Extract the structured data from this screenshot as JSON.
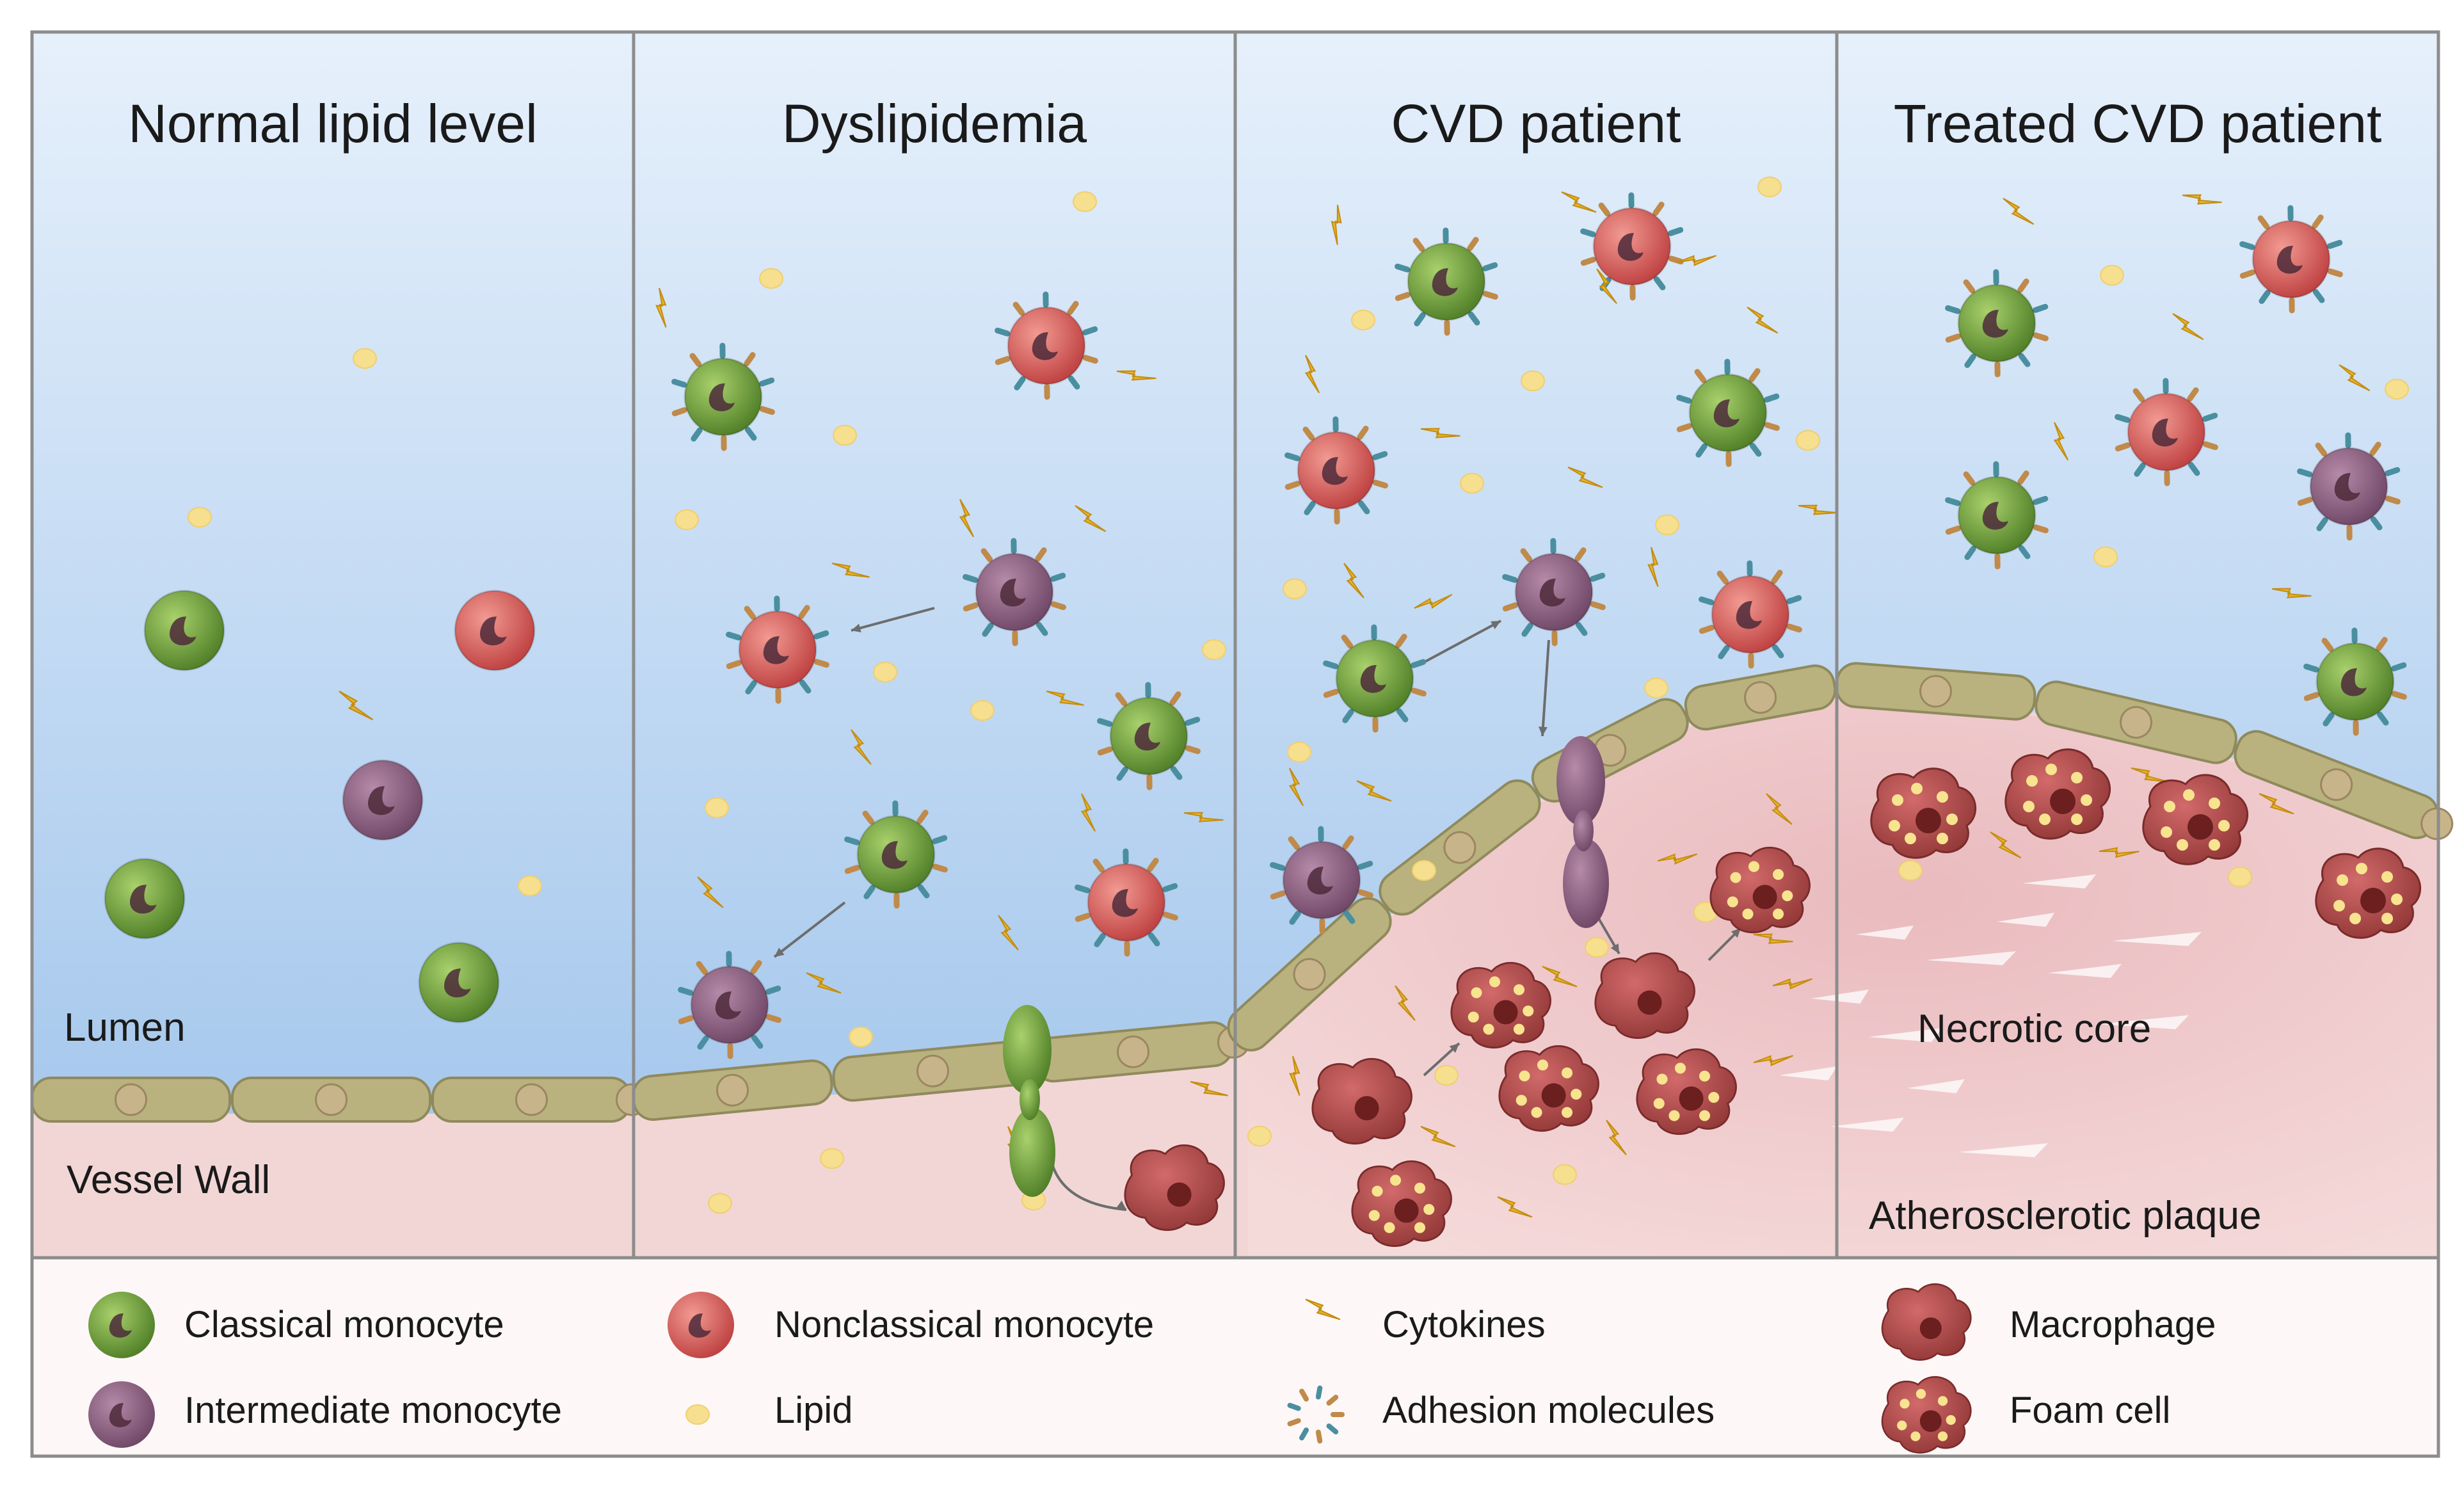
{
  "panels": [
    {
      "title": "Normal lip",
      "_": ""
    },
    {
      "title": "Dyslipidemia"
    },
    {
      "title": "CVD patient"
    },
    {
      "title": "Treated CVD patient"
    }
  ],
  "labels": {
    "lumen": "Lumen",
    "vessel_wall": "Vessel Wall",
    "necrotic_core": "Necrotic core",
    "atherosclerotic_plaque": "Atherosclerotic plaque"
  },
  "legend": [
    {
      "label": "Classical monocyte",
      "icon": "classical-monocyte-icon"
    },
    {
      "label": "Nonclassical monocyte",
      "icon": "nonclassical-monocyte-icon"
    },
    {
      "label": "Cytokines",
      "icon": "cytokine-icon"
    },
    {
      "label": "Macrophage",
      "icon": "macrophage-icon"
    },
    {
      "label": "Intermediate monocyte",
      "icon": "intermediate-monocyte-icon"
    },
    {
      "label": "Lipid",
      "icon": "lipid-icon"
    },
    {
      "label": "Adhesion molecules",
      "icon": "adhesion-molecules-icon"
    },
    {
      "label": "Foam cell",
      "icon": "foam-cell-icon"
    }
  ],
  "colors": {
    "classical": "#6f9a3a",
    "nonclassical": "#d9605a",
    "intermediate": "#8e6282",
    "lipid": "#f6df8e",
    "cytokine": "#e8b52a",
    "endothelium": "#b9b27f",
    "vessel_wall": "#f2d6d6",
    "plaque": "#e7b0b3",
    "macrophage": "#b44a4a",
    "lumen_top": "#e4effb",
    "lumen_bottom": "#9fc4ec"
  }
}
